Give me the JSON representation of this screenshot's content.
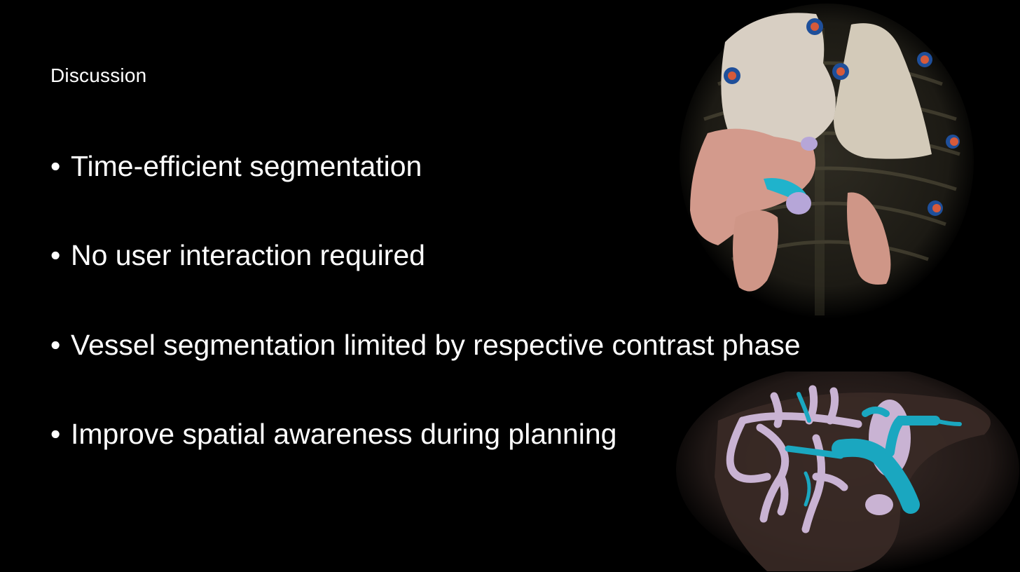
{
  "slide": {
    "title": "Discussion",
    "bullets": [
      {
        "marker": "•",
        "text": "Time-efficient segmentation"
      },
      {
        "marker": "•",
        "text": "No user interaction required"
      },
      {
        "marker": "•",
        "text": "Vessel segmentation limited by respective contrast phase"
      },
      {
        "marker": "•",
        "text": "Improve spatial awareness during planning"
      }
    ],
    "images": {
      "top": {
        "label": "3d-rendering-thoracoabdominal-organs",
        "colors": {
          "lungs": "#d8cfc3",
          "liver_kidneys": "#d39a8c",
          "vessel": "#1fb3cc",
          "vein": "#b6a6d8",
          "markers_ring": "#1f4f9a",
          "markers_core": "#d65a3a",
          "skeleton": "#4a4536"
        }
      },
      "bottom": {
        "label": "3d-rendering-liver-vessels",
        "colors": {
          "portal": "#c9b3d3",
          "hepatic": "#1aa7c0",
          "liver": "#3a2a26"
        }
      }
    }
  }
}
